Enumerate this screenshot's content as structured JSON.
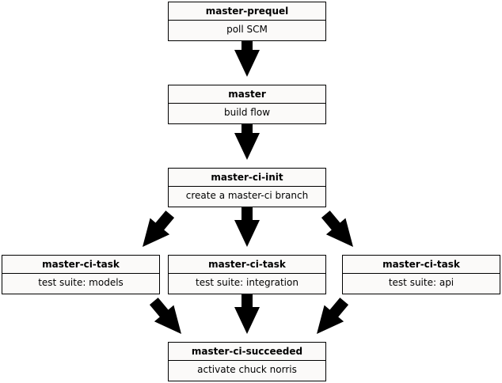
{
  "nodes": {
    "prequel": {
      "title": "master-prequel",
      "description": "poll SCM"
    },
    "master": {
      "title": "master",
      "description": "build flow"
    },
    "ci_init": {
      "title": "master-ci-init",
      "description": "create a master-ci branch"
    },
    "task_models": {
      "title": "master-ci-task",
      "description": "test suite: models"
    },
    "task_integration": {
      "title": "master-ci-task",
      "description": "test suite: integration"
    },
    "task_api": {
      "title": "master-ci-task",
      "description": "test suite: api"
    },
    "succeeded": {
      "title": "master-ci-succeeded",
      "description": "activate chuck norris"
    }
  }
}
